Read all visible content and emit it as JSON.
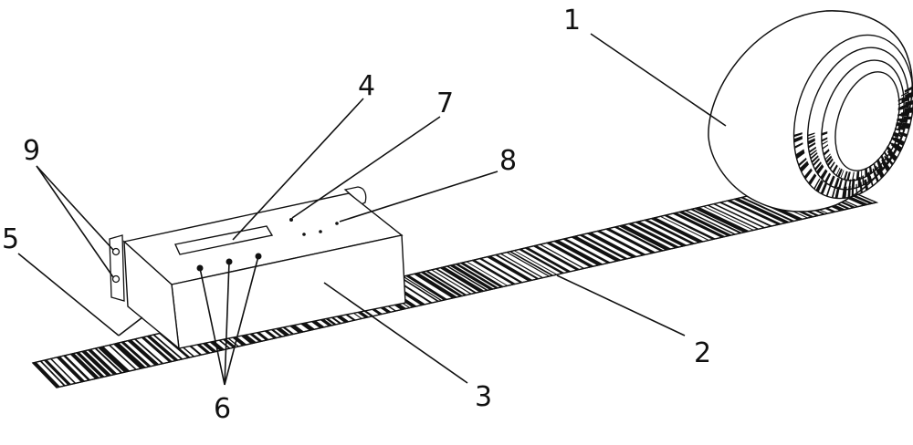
{
  "figure": {
    "labels": [
      {
        "id": "roll",
        "text": "1"
      },
      {
        "id": "tape",
        "text": "2"
      },
      {
        "id": "housing",
        "text": "3"
      },
      {
        "id": "display",
        "text": "4"
      },
      {
        "id": "mount-edge",
        "text": "5"
      },
      {
        "id": "buttons",
        "text": "6"
      },
      {
        "id": "indicator-a",
        "text": "7"
      },
      {
        "id": "indicator-b",
        "text": "8"
      },
      {
        "id": "screws",
        "text": "9"
      }
    ]
  }
}
